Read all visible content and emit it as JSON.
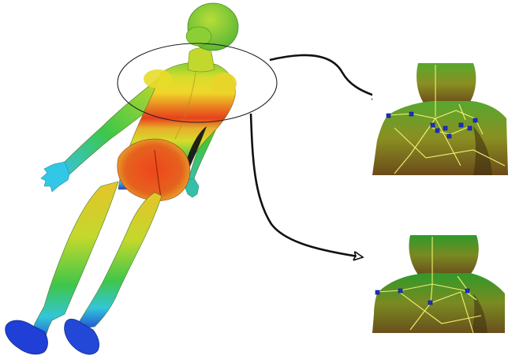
{
  "figure": {
    "background": "#ffffff",
    "heatmap_colors": {
      "cold": "#1f3fd6",
      "cool": "#33c7e6",
      "mid": "#39c53a",
      "warm": "#e6e02a",
      "hot": "#e8401c",
      "shadow": "#111111"
    },
    "callout_stroke": "#111111",
    "skeleton_line_color": "#f2f270",
    "joint_marker_color": "#1b2fd0",
    "insets": [
      {
        "name": "inset-top",
        "joint_count": 9
      },
      {
        "name": "inset-bottom",
        "joint_count": 4
      }
    ]
  }
}
